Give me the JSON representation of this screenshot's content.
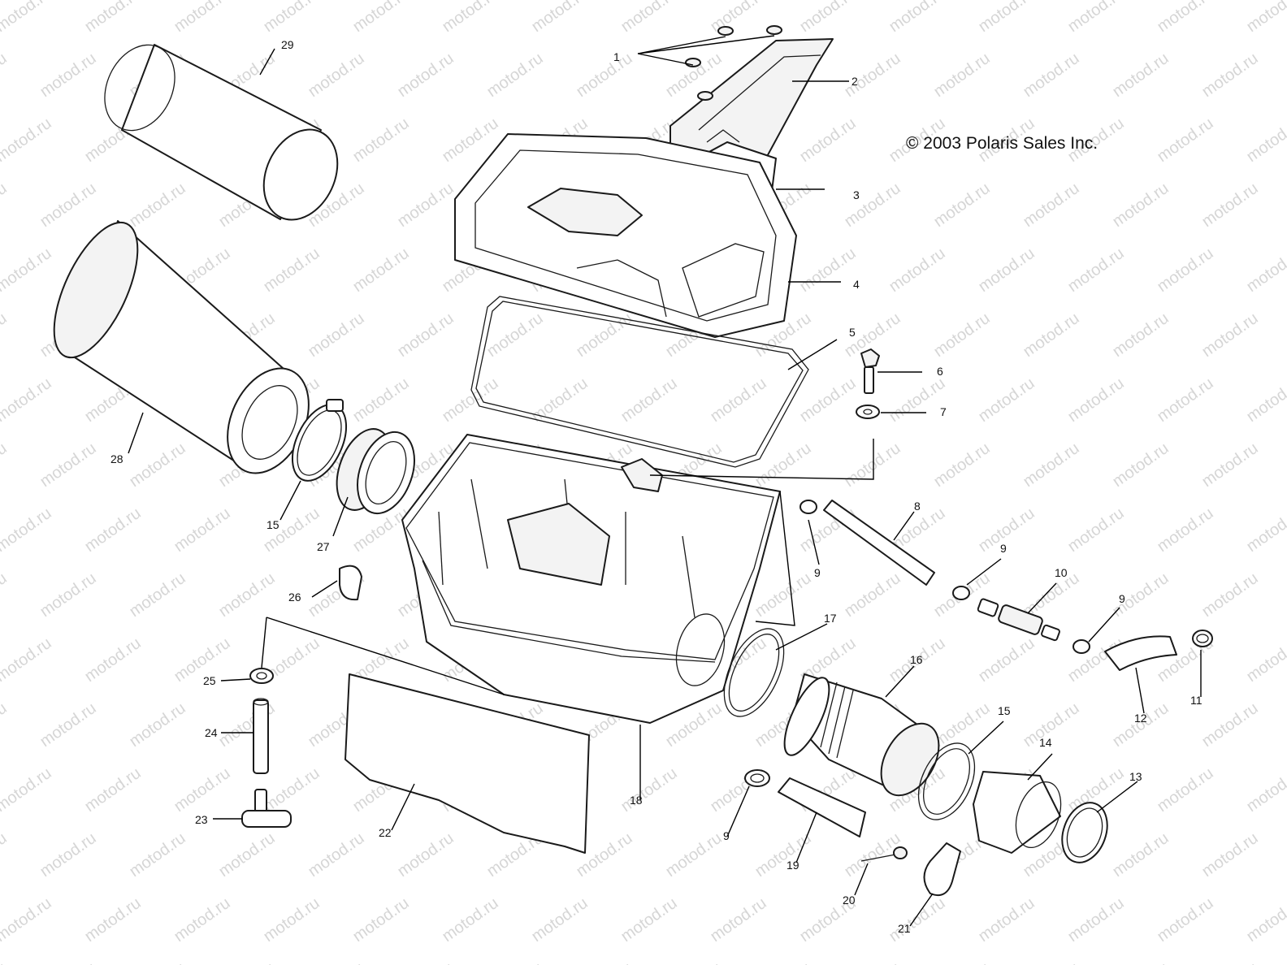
{
  "copyright": "© 2003 Polaris Sales Inc.",
  "watermark_text": "motod.ru",
  "colors": {
    "line": "#1a1a1a",
    "watermark": "#d6d6d6",
    "background": "#ffffff"
  },
  "callouts": {
    "c1": "1",
    "c2": "2",
    "c3": "3",
    "c4": "4",
    "c5": "5",
    "c6": "6",
    "c7": "7",
    "c8": "8",
    "c9a": "9",
    "c9b": "9",
    "c9c": "9",
    "c9d": "9",
    "c10": "10",
    "c11": "11",
    "c12": "12",
    "c13": "13",
    "c14": "14",
    "c15a": "15",
    "c15b": "15",
    "c16": "16",
    "c17": "17",
    "c18": "18",
    "c19": "19",
    "c20": "20",
    "c21": "21",
    "c22": "22",
    "c23": "23",
    "c24": "24",
    "c25": "25",
    "c26": "26",
    "c27": "27",
    "c28": "28",
    "c29": "29"
  }
}
